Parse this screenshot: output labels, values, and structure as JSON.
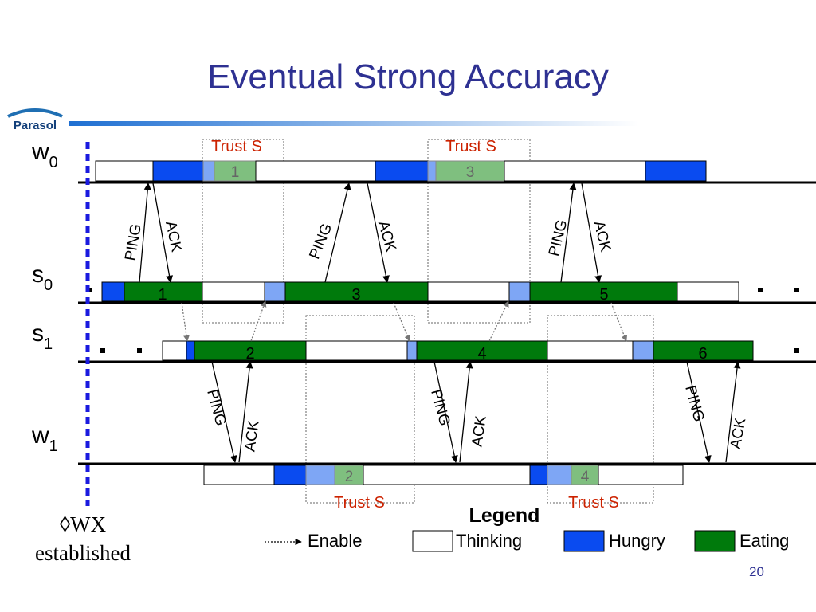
{
  "slide": {
    "title": "Eventual Strong Accuracy",
    "logo_text": "Parasol",
    "page_number": "20"
  },
  "rows": {
    "w0": {
      "letter": "w",
      "sub": "0"
    },
    "s0": {
      "letter": "s",
      "sub": "0"
    },
    "s1": {
      "letter": "s",
      "sub": "1"
    },
    "w1": {
      "letter": "w",
      "sub": "1"
    }
  },
  "messages": {
    "ping": "PING",
    "ack": "ACK"
  },
  "trust_label": "Trust S",
  "eating_numbers": {
    "w0": [
      "1",
      "3"
    ],
    "s0": [
      "1",
      "3",
      "5"
    ],
    "s1": [
      "2",
      "4",
      "6"
    ],
    "w1": [
      "2",
      "4"
    ]
  },
  "side_note": {
    "line1": "◊WX",
    "line2": "established"
  },
  "legend": {
    "title": "Legend",
    "enable": "Enable",
    "thinking": "Thinking",
    "hungry": "Hungry",
    "eating": "Eating"
  },
  "colors": {
    "title": "#2e3192",
    "thinking": "#ffffff",
    "hungry": "#0a4bf0",
    "hungry_light": "#7ea6f5",
    "eating": "#007a0c",
    "eating_light": "#7fbf7f",
    "trust_text": "#cc2200",
    "dotted_line": "#1a1adf"
  }
}
